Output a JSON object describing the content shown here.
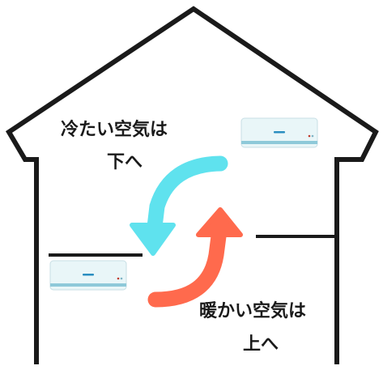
{
  "cold_air": {
    "line1": "冷たい空気は",
    "line2": "下へ",
    "arrow_color": "#5fe2ee"
  },
  "warm_air": {
    "line1": "暖かい空気は",
    "line2": "上へ",
    "arrow_color": "#ff6a4d"
  },
  "colors": {
    "house_outline": "#1a1a1a",
    "ac_body": "#e9f6f8",
    "ac_stripe": "#8ec9d9",
    "ac_accent": "#2a8ec0"
  },
  "icons": [
    "air-conditioner-icon",
    "air-conditioner-icon",
    "cold-air-arrow-icon",
    "warm-air-arrow-icon"
  ]
}
